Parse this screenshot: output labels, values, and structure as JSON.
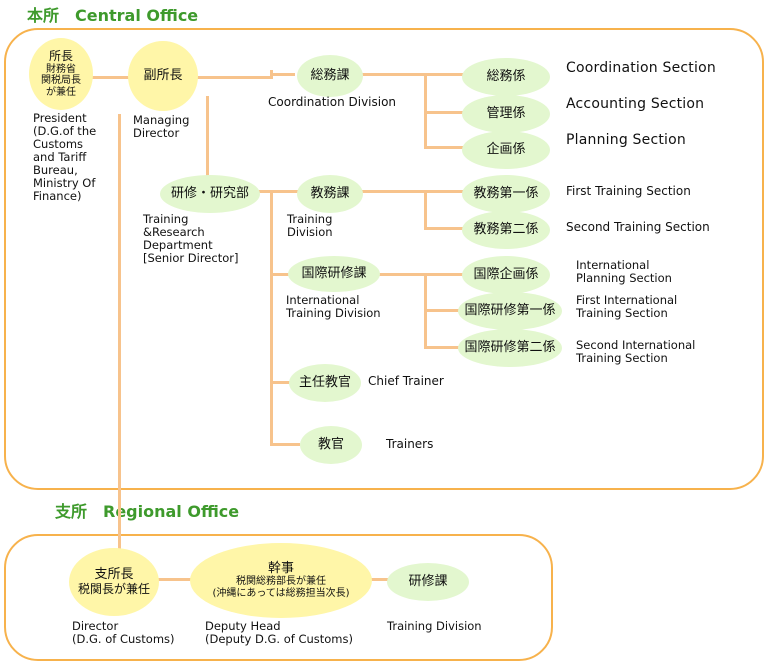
{
  "central": {
    "title": "本所　Central Office",
    "president": {
      "line1": "所長",
      "line2": "財務省",
      "line3": "関税局長",
      "line4": "が兼任"
    },
    "president_en": [
      "President",
      "(D.G.of the",
      "Customs",
      "and Tariff",
      "Bureau,",
      "Ministry Of",
      "Finance)"
    ],
    "managing": "副所長",
    "managing_en": [
      "Managing",
      "Director"
    ],
    "coord_div": "総務課",
    "coord_div_en": "Coordination Division",
    "coord_sec": "総務係",
    "coord_sec_en": "Coordination Section",
    "account_sec": "管理係",
    "account_sec_en": "Accounting Section",
    "planning_sec": "企画係",
    "planning_sec_en": "Planning Section",
    "dept": "研修・研究部",
    "dept_en": [
      "Training",
      "&Research",
      "Department",
      "[Senior Director]"
    ],
    "training_div": "教務課",
    "training_div_en": [
      "Training",
      "Division"
    ],
    "first_sec": "教務第一係",
    "first_sec_en": "First Training Section",
    "second_sec": "教務第二係",
    "second_sec_en": "Second Training Section",
    "intl_div": "国際研修課",
    "intl_div_en": [
      "International",
      "Training Division"
    ],
    "intl_plan": "国際企画係",
    "intl_plan_en": [
      "International",
      "Planning Section"
    ],
    "intl_first": "国際研修第一係",
    "intl_first_en": [
      "First International",
      "Training Section"
    ],
    "intl_second": "国際研修第二係",
    "intl_second_en": [
      "Second International",
      "Training Section"
    ],
    "chief": "主任教官",
    "chief_en": "Chief Trainer",
    "trainers": "教官",
    "trainers_en": "Trainers"
  },
  "regional": {
    "title": "支所　Regional Office",
    "director": {
      "line1": "支所長",
      "line2": "税関長が兼任"
    },
    "director_en": [
      "Director",
      "(D.G. of Customs)"
    ],
    "deputy": {
      "line1": "幹事",
      "line2": "税関総務部長が兼任",
      "line3": "(沖縄にあっては総務担当次長)"
    },
    "deputy_en": [
      "Deputy Head",
      "(Deputy D.G. of Customs)"
    ],
    "training_div": "研修課",
    "training_div_en": "Training Division"
  },
  "colors": {
    "frame": "#f7b24c",
    "line": "#f7c38c",
    "title": "#3e9a2c",
    "yellow_node": "#fff6a8",
    "green_node": "#e3f7cf"
  }
}
